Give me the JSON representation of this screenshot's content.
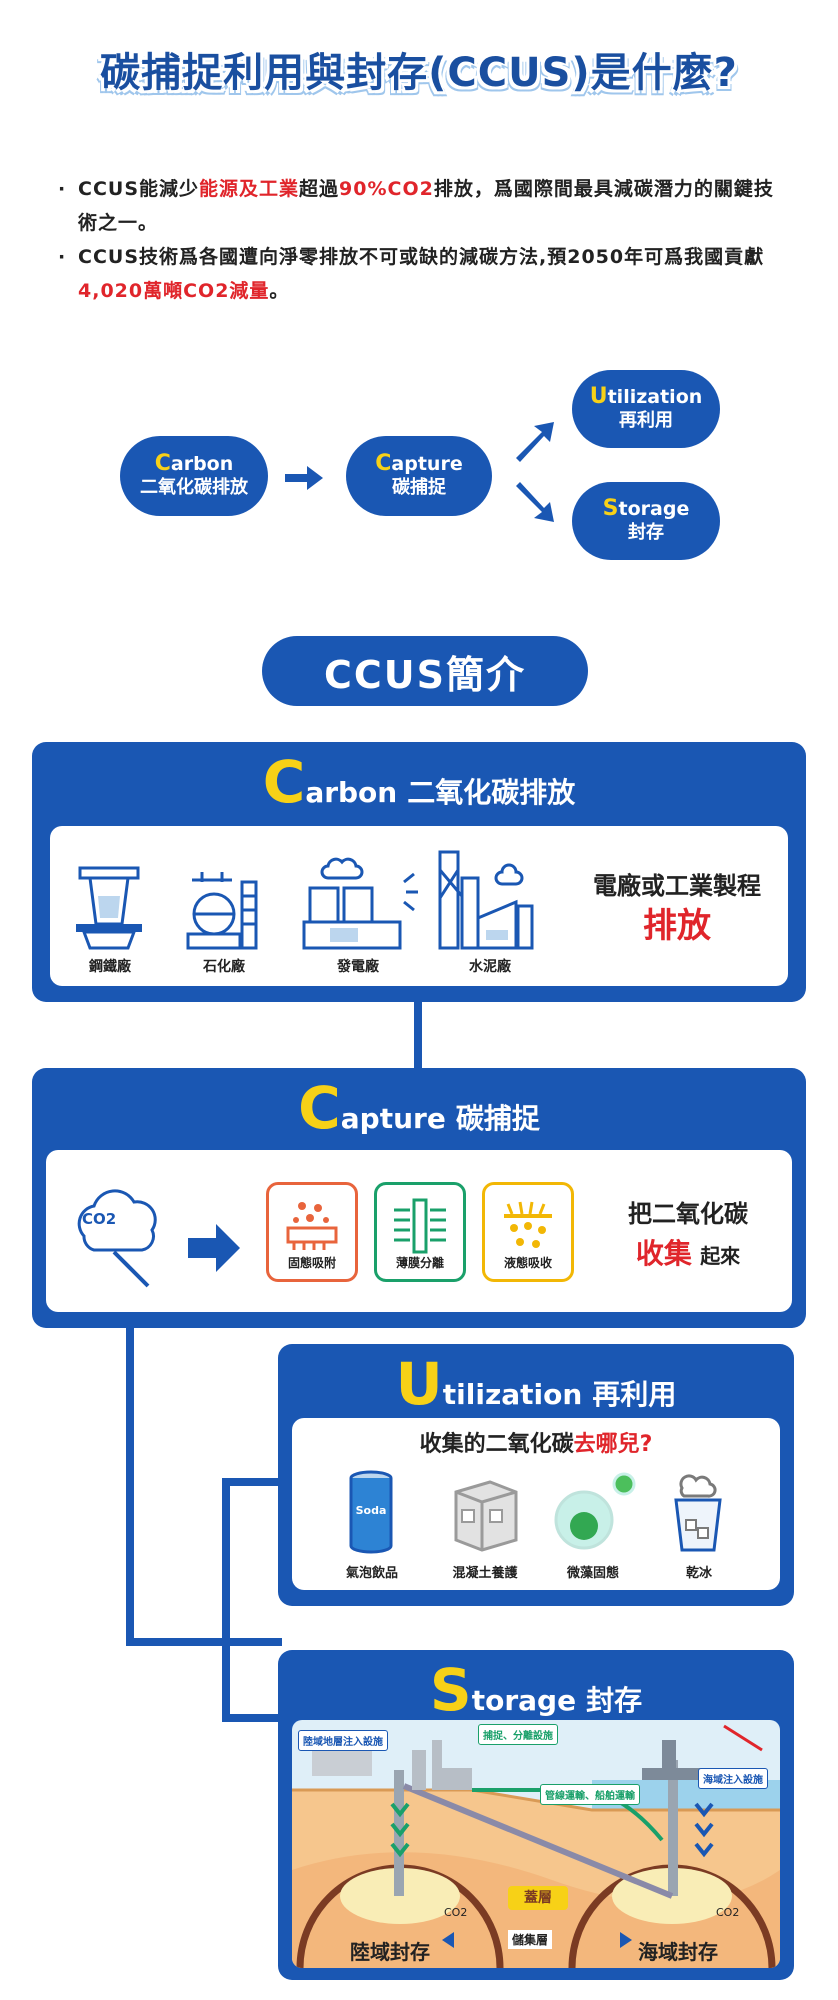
{
  "title": "碳捕捉利用與封存(CCUS)是什麼?",
  "bullets": [
    {
      "dot": "·",
      "parts": [
        "CCUS能減少",
        "能源及工業",
        "超過",
        "90%CO2",
        "排放，爲國際間最具減碳潛力的關鍵技術之一。"
      ]
    },
    {
      "dot": "·",
      "parts": [
        "CCUS技術爲各國遭向淨零排放不可或缺的減碳方法,預2050年可爲我國貢獻",
        "4,020萬噸CO2減量",
        "。"
      ]
    }
  ],
  "flow": {
    "carbon": {
      "cap": "C",
      "en": "arbon",
      "zh": "二氧化碳排放"
    },
    "capture": {
      "cap": "C",
      "en": "apture",
      "zh": "碳捕捉"
    },
    "utilization": {
      "cap": "U",
      "en": "tilization",
      "zh": "再利用"
    },
    "storage": {
      "cap": "S",
      "en": "torage",
      "zh": "封存"
    }
  },
  "section_title": "CCUS簡介",
  "carbon_panel": {
    "cap": "C",
    "en": "arbon",
    "zh": "二氧化碳排放",
    "icons": [
      "鋼鐵廠",
      "石化廠",
      "發電廠",
      "水泥廠"
    ],
    "note_line1": "電廠或工業製程",
    "note_line2": "排放"
  },
  "capture_panel": {
    "cap": "C",
    "en": "apture",
    "zh": "碳捕捉",
    "co2": "CO2",
    "methods": [
      {
        "label": "固態吸附",
        "color": "#e8643c"
      },
      {
        "label": "薄膜分離",
        "color": "#1aa06a"
      },
      {
        "label": "液態吸收",
        "color": "#f2b705"
      }
    ],
    "note_line1": "把二氧化碳",
    "note_big": "收集",
    "note_small": "起來"
  },
  "utilization_panel": {
    "cap": "U",
    "en": "tilization",
    "zh": "再利用",
    "question_a": "收集的二氧化碳",
    "question_b": "去哪兒?",
    "soda": "Soda",
    "items": [
      "氣泡飲品",
      "混凝土養護",
      "微藻固態",
      "乾冰"
    ]
  },
  "storage_panel": {
    "cap": "S",
    "en": "torage",
    "zh": "封存",
    "tags": {
      "land_inject": "陸域地層注入設施",
      "capture_sep": "捕捉、分離設施",
      "transport": "管線運輸、船舶運輸",
      "sea_inject": "海域注入設施",
      "cap_rock": "蓋層",
      "reservoir": "儲集層"
    },
    "co2_left": "CO2",
    "co2_right": "CO2",
    "land": "陸域封存",
    "sea": "海域封存"
  },
  "colors": {
    "primary": "#1a57b3",
    "accent_yellow": "#f7d117",
    "highlight_red": "#e0252b"
  }
}
